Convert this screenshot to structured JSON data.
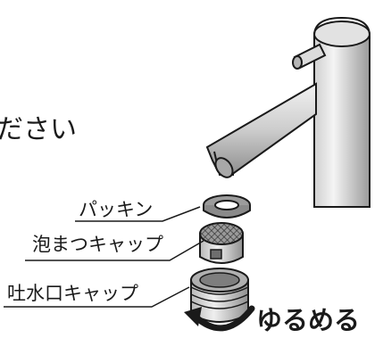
{
  "heading": "ださい",
  "labels": {
    "gasket": "パッキン",
    "foam_cap": "泡まつキャップ",
    "spout_cap": "吐水口キャップ"
  },
  "action": {
    "loosen": "ゆるめる"
  }
}
